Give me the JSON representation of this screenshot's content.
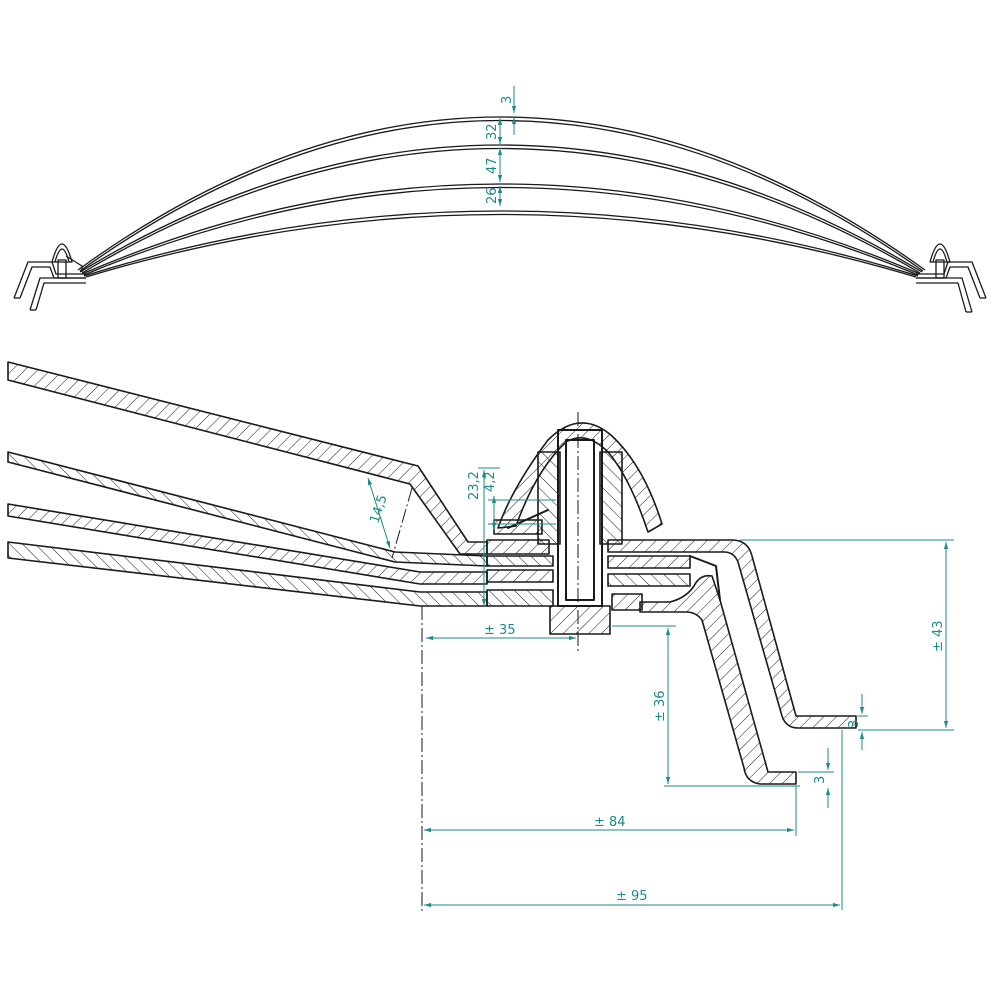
{
  "drawing": {
    "dim_color": "#1d8a8a",
    "line_color": "#1a1a1a",
    "overview_dims": [
      "3",
      "32",
      "47",
      "26"
    ],
    "section_dims": {
      "rib_thickness": "14,5",
      "small_a": "23,2",
      "small_b": "4,2",
      "width_35": "± 35",
      "height_43": "± 43",
      "height_36": "± 36",
      "flange_upper": "3",
      "flange_lower": "3",
      "width_84": "± 84",
      "width_95": "± 95"
    }
  }
}
